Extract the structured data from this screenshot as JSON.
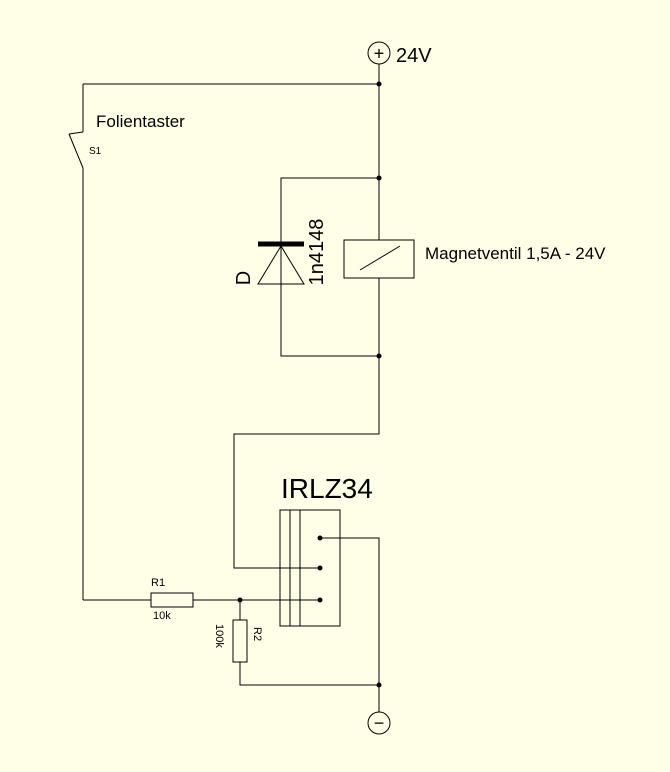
{
  "colors": {
    "background": "#FFFFE8",
    "wire": "#000000"
  },
  "supply": {
    "positive_symbol": "+",
    "positive_label": "24V",
    "negative_symbol": "−"
  },
  "switch": {
    "name": "Folientaster",
    "ref": "S1"
  },
  "diode": {
    "ref": "D",
    "part": "1n4148"
  },
  "valve": {
    "label": "Magnetventil 1,5A - 24V"
  },
  "mosfet": {
    "part": "IRLZ34"
  },
  "r1": {
    "ref": "R1",
    "value": "10k"
  },
  "r2": {
    "ref": "R2",
    "value": "100k"
  }
}
